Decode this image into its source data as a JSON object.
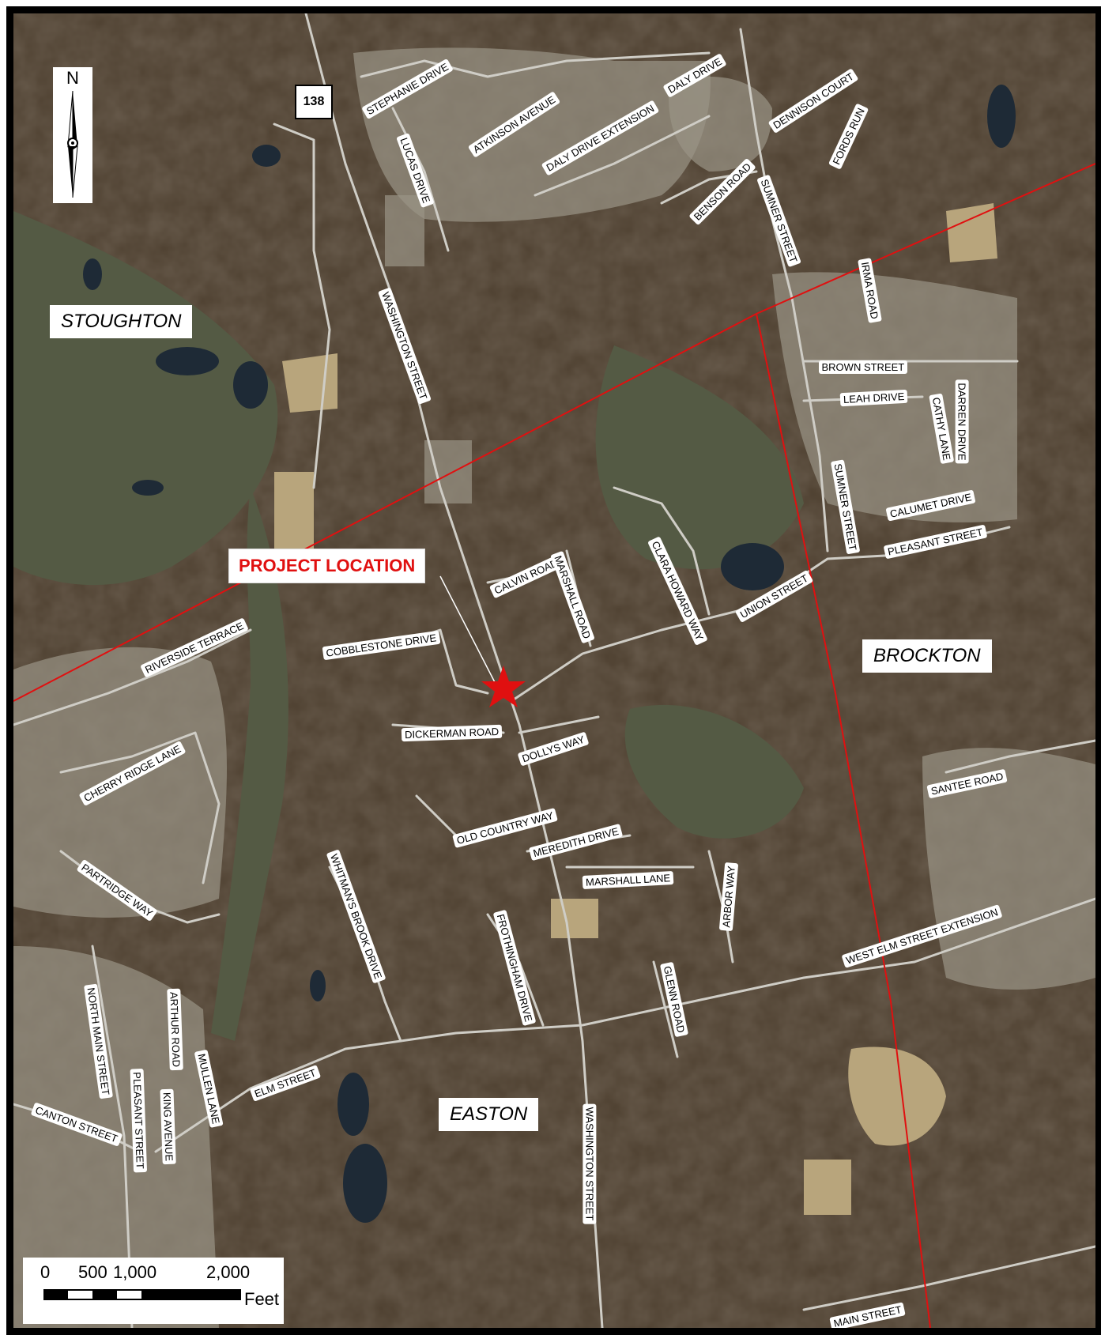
{
  "map": {
    "colors": {
      "forest": "#4e4030",
      "forest_dark": "#3a3024",
      "wetland": "#545a44",
      "developed": "#9a9486",
      "field": "#b8a57c",
      "water": "#1e2a36",
      "road": "#cfcdc6",
      "boundary": "#e01010",
      "star": "#e01010"
    },
    "route_shield": "138",
    "north_arrow": {
      "letter": "N",
      "icon": "north-arrow-icon"
    },
    "project_label": "PROJECT LOCATION",
    "project_marker_icon": "red-star-icon",
    "towns": [
      {
        "name": "STOUGHTON"
      },
      {
        "name": "BROCKTON"
      },
      {
        "name": "EASTON"
      }
    ],
    "scale": {
      "ticks": [
        "0",
        "500",
        "1,000",
        "2,000"
      ],
      "unit": "Feet"
    },
    "streets": [
      {
        "name": "STEPHANIE DRIVE"
      },
      {
        "name": "ATKINSON AVENUE"
      },
      {
        "name": "LUCAS DRIVE"
      },
      {
        "name": "DALY DRIVE EXTENSION"
      },
      {
        "name": "DALY DRIVE"
      },
      {
        "name": "DENNISON COURT"
      },
      {
        "name": "FORDS RUN"
      },
      {
        "name": "BENSON ROAD"
      },
      {
        "name": "SUMNER STREET"
      },
      {
        "name": "IRMA ROAD"
      },
      {
        "name": "BROWN STREET"
      },
      {
        "name": "LEAH DRIVE"
      },
      {
        "name": "CATHY LANE"
      },
      {
        "name": "DARREN DRIVE"
      },
      {
        "name": "SUMNER STREET"
      },
      {
        "name": "CALUMET DRIVE"
      },
      {
        "name": "PLEASANT STREET"
      },
      {
        "name": "WASHINGTON STREET"
      },
      {
        "name": "CLARA HOWARD WAY"
      },
      {
        "name": "CALVIN ROAD"
      },
      {
        "name": "MARSHALL ROAD"
      },
      {
        "name": "UNION STREET"
      },
      {
        "name": "RIVERSIDE TERRACE"
      },
      {
        "name": "COBBLESTONE DRIVE"
      },
      {
        "name": "DICKERMAN ROAD"
      },
      {
        "name": "DOLLYS WAY"
      },
      {
        "name": "CHERRY RIDGE LANE"
      },
      {
        "name": "SANTEE ROAD"
      },
      {
        "name": "OLD COUNTRY WAY"
      },
      {
        "name": "MEREDITH DRIVE"
      },
      {
        "name": "MARSHALL LANE"
      },
      {
        "name": "WHITMAN'S BROOK DRIVE"
      },
      {
        "name": "PARTRIDGE WAY"
      },
      {
        "name": "FROTHINGHAM DRIVE"
      },
      {
        "name": "ARBOR WAY"
      },
      {
        "name": "WEST ELM STREET EXTENSION"
      },
      {
        "name": "GLENN ROAD"
      },
      {
        "name": "NORTH MAIN STREET"
      },
      {
        "name": "ARTHUR ROAD"
      },
      {
        "name": "MULLEN LANE"
      },
      {
        "name": "ELM STREET"
      },
      {
        "name": "PLEASANT STREET"
      },
      {
        "name": "KING AVENUE"
      },
      {
        "name": "CANTON STREET"
      },
      {
        "name": "WASHINGTON STREET"
      },
      {
        "name": "MAIN STREET"
      }
    ]
  }
}
